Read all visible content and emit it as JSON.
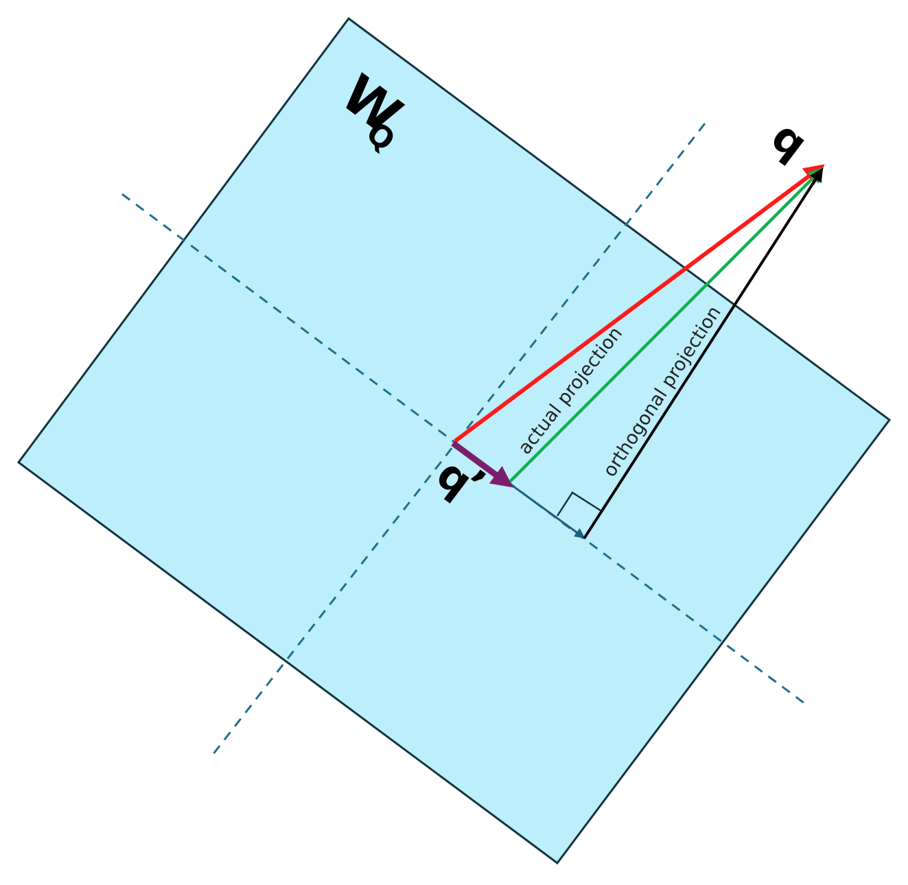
{
  "labels": {
    "plane_main": "W",
    "plane_sub": "Q",
    "vector_q": "q",
    "vector_q_prime": "q",
    "prime_mark": "’",
    "actual_projection": "actual projection",
    "orthogonal_projection": "orthogonal projection"
  },
  "colors": {
    "plane_fill": "#bdeefb",
    "plane_stroke": "#12333f",
    "axis_dashed": "#1f6f8f",
    "red_vector": "#ff1a1a",
    "green_vector": "#10b050",
    "black_vector": "#000000",
    "purple_vector": "#7a1f6e",
    "projection_arrow": "#1f5f82"
  }
}
